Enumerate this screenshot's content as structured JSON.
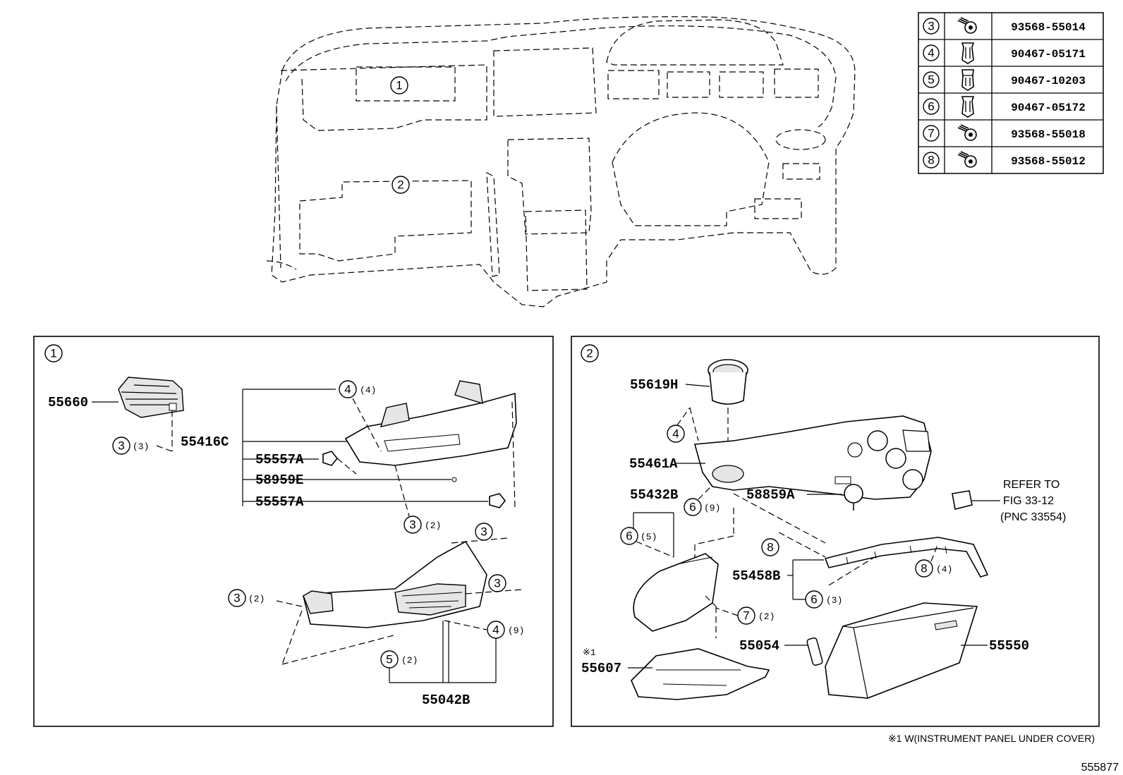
{
  "fastener_table": [
    {
      "ref": "3",
      "part_no": "93568-55014",
      "icon": "screw-icon"
    },
    {
      "ref": "4",
      "part_no": "90467-05171",
      "icon": "clip-icon"
    },
    {
      "ref": "5",
      "part_no": "90467-10203",
      "icon": "clip-icon"
    },
    {
      "ref": "6",
      "part_no": "90467-05172",
      "icon": "clip-icon"
    },
    {
      "ref": "7",
      "part_no": "93568-55018",
      "icon": "screw-icon"
    },
    {
      "ref": "8",
      "part_no": "93568-55012",
      "icon": "screw-icon"
    }
  ],
  "overview": {
    "zone1": "1",
    "zone2": "2"
  },
  "panel1": {
    "number": "1",
    "labels": {
      "p55660": "55660",
      "p55416C": "55416C",
      "p55557A_1": "55557A",
      "p58959E": "58959E",
      "p55557A_2": "55557A",
      "p55042B": "55042B"
    },
    "callouts": {
      "c3a": "3",
      "c3a_qty": "(3)",
      "c4a": "4",
      "c4a_qty": "(4)",
      "c3b": "3",
      "c3b_qty": "(2)",
      "c3c": "3",
      "c3d": "3",
      "c3e": "3",
      "c3e_qty": "(2)",
      "c4b": "4",
      "c4b_qty": "(9)",
      "c5": "5",
      "c5_qty": "(2)"
    }
  },
  "panel2": {
    "number": "2",
    "labels": {
      "p55619H": "55619H",
      "p55461A": "55461A",
      "p55432B": "55432B",
      "p58859A": "58859A",
      "p55458B": "55458B",
      "p55054": "55054",
      "p55550": "55550",
      "p55607": "55607",
      "p55607_note": "※1"
    },
    "callouts": {
      "c4": "4",
      "c6a": "6",
      "c6a_qty": "(9)",
      "c6b": "6",
      "c6b_qty": "(5)",
      "c8a": "8",
      "c8b": "8",
      "c8b_qty": "(4)",
      "c6c": "6",
      "c6c_qty": "(3)",
      "c7": "7",
      "c7_qty": "(2)"
    },
    "refer": {
      "line1": "REFER TO",
      "line2": "FIG 33-12",
      "line3": "(PNC 33554)"
    }
  },
  "footnote": "※1 W(INSTRUMENT PANEL UNDER COVER)",
  "figure_id": "555877"
}
